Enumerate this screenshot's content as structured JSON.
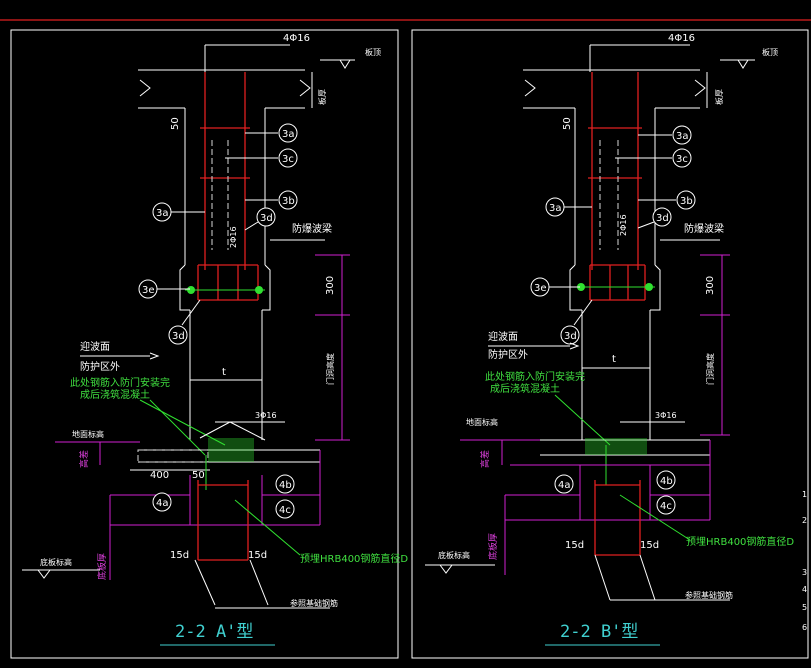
{
  "drawing": {
    "colors": {
      "background": "#000000",
      "rebar": "#e02020",
      "dimension": "#d020d0",
      "callout": "#30e030",
      "title": "#40d0d0",
      "border": "#ffffff"
    },
    "panels": [
      {
        "id": "A",
        "title": "2-2  A'型",
        "top_rebar": "4Φ16",
        "label_slab_top": "板顶",
        "label_slab_thk": "板厚",
        "dim_50": "50",
        "bubbles": [
          "3a",
          "3c",
          "3b",
          "3a",
          "3d",
          "3e",
          "3d",
          "4b",
          "4a",
          "4c"
        ],
        "rebar_mid": "2Φ16",
        "blast_beam": "防爆波梁",
        "dim_300": "300",
        "door_h": "门洞高度",
        "wave_face": "迎波面",
        "outside": "防护区外",
        "dim_t": "t",
        "note_line1": "此处钢筋入防门安装完",
        "note_line2": "成后浇筑混凝土",
        "rebar_bot": "3Φ16",
        "ground": "地面标高",
        "label_step": "高差",
        "dim_400": "400",
        "dim_50b": "50",
        "dim_15d_l": "15d",
        "dim_15d_r": "15d",
        "floor_thk": "底板厚",
        "slab_bottom": "底板标高",
        "ring_bar": "预埋HRB400钢筋直径D",
        "anchor": "参照基础钢筋"
      },
      {
        "id": "B",
        "title": "2-2  B'型",
        "top_rebar": "4Φ16",
        "label_slab_top": "板顶",
        "label_slab_thk": "板厚",
        "dim_50": "50",
        "bubbles": [
          "3a",
          "3c",
          "3b",
          "3a",
          "3d",
          "3e",
          "3d",
          "4b",
          "4a",
          "4c"
        ],
        "rebar_mid": "2Φ16",
        "blast_beam": "防爆波梁",
        "dim_300": "300",
        "door_h": "门洞高度",
        "wave_face": "迎波面",
        "outside": "防护区外",
        "dim_t": "t",
        "note_line1": "此处钢筋入防门安装完",
        "note_line2": "成后浇筑混凝土",
        "rebar_bot": "3Φ16",
        "ground": "地面标高",
        "label_step": "高差",
        "dim_15d_l": "15d",
        "dim_15d_r": "15d",
        "floor_thk": "底板厚",
        "slab_bottom": "底板标高",
        "ring_bar": "预埋HRB400钢筋直径D",
        "anchor": "参照基础钢筋"
      }
    ],
    "right_margin_numbers": [
      "1",
      "2",
      "3",
      "4",
      "5",
      "6"
    ]
  }
}
